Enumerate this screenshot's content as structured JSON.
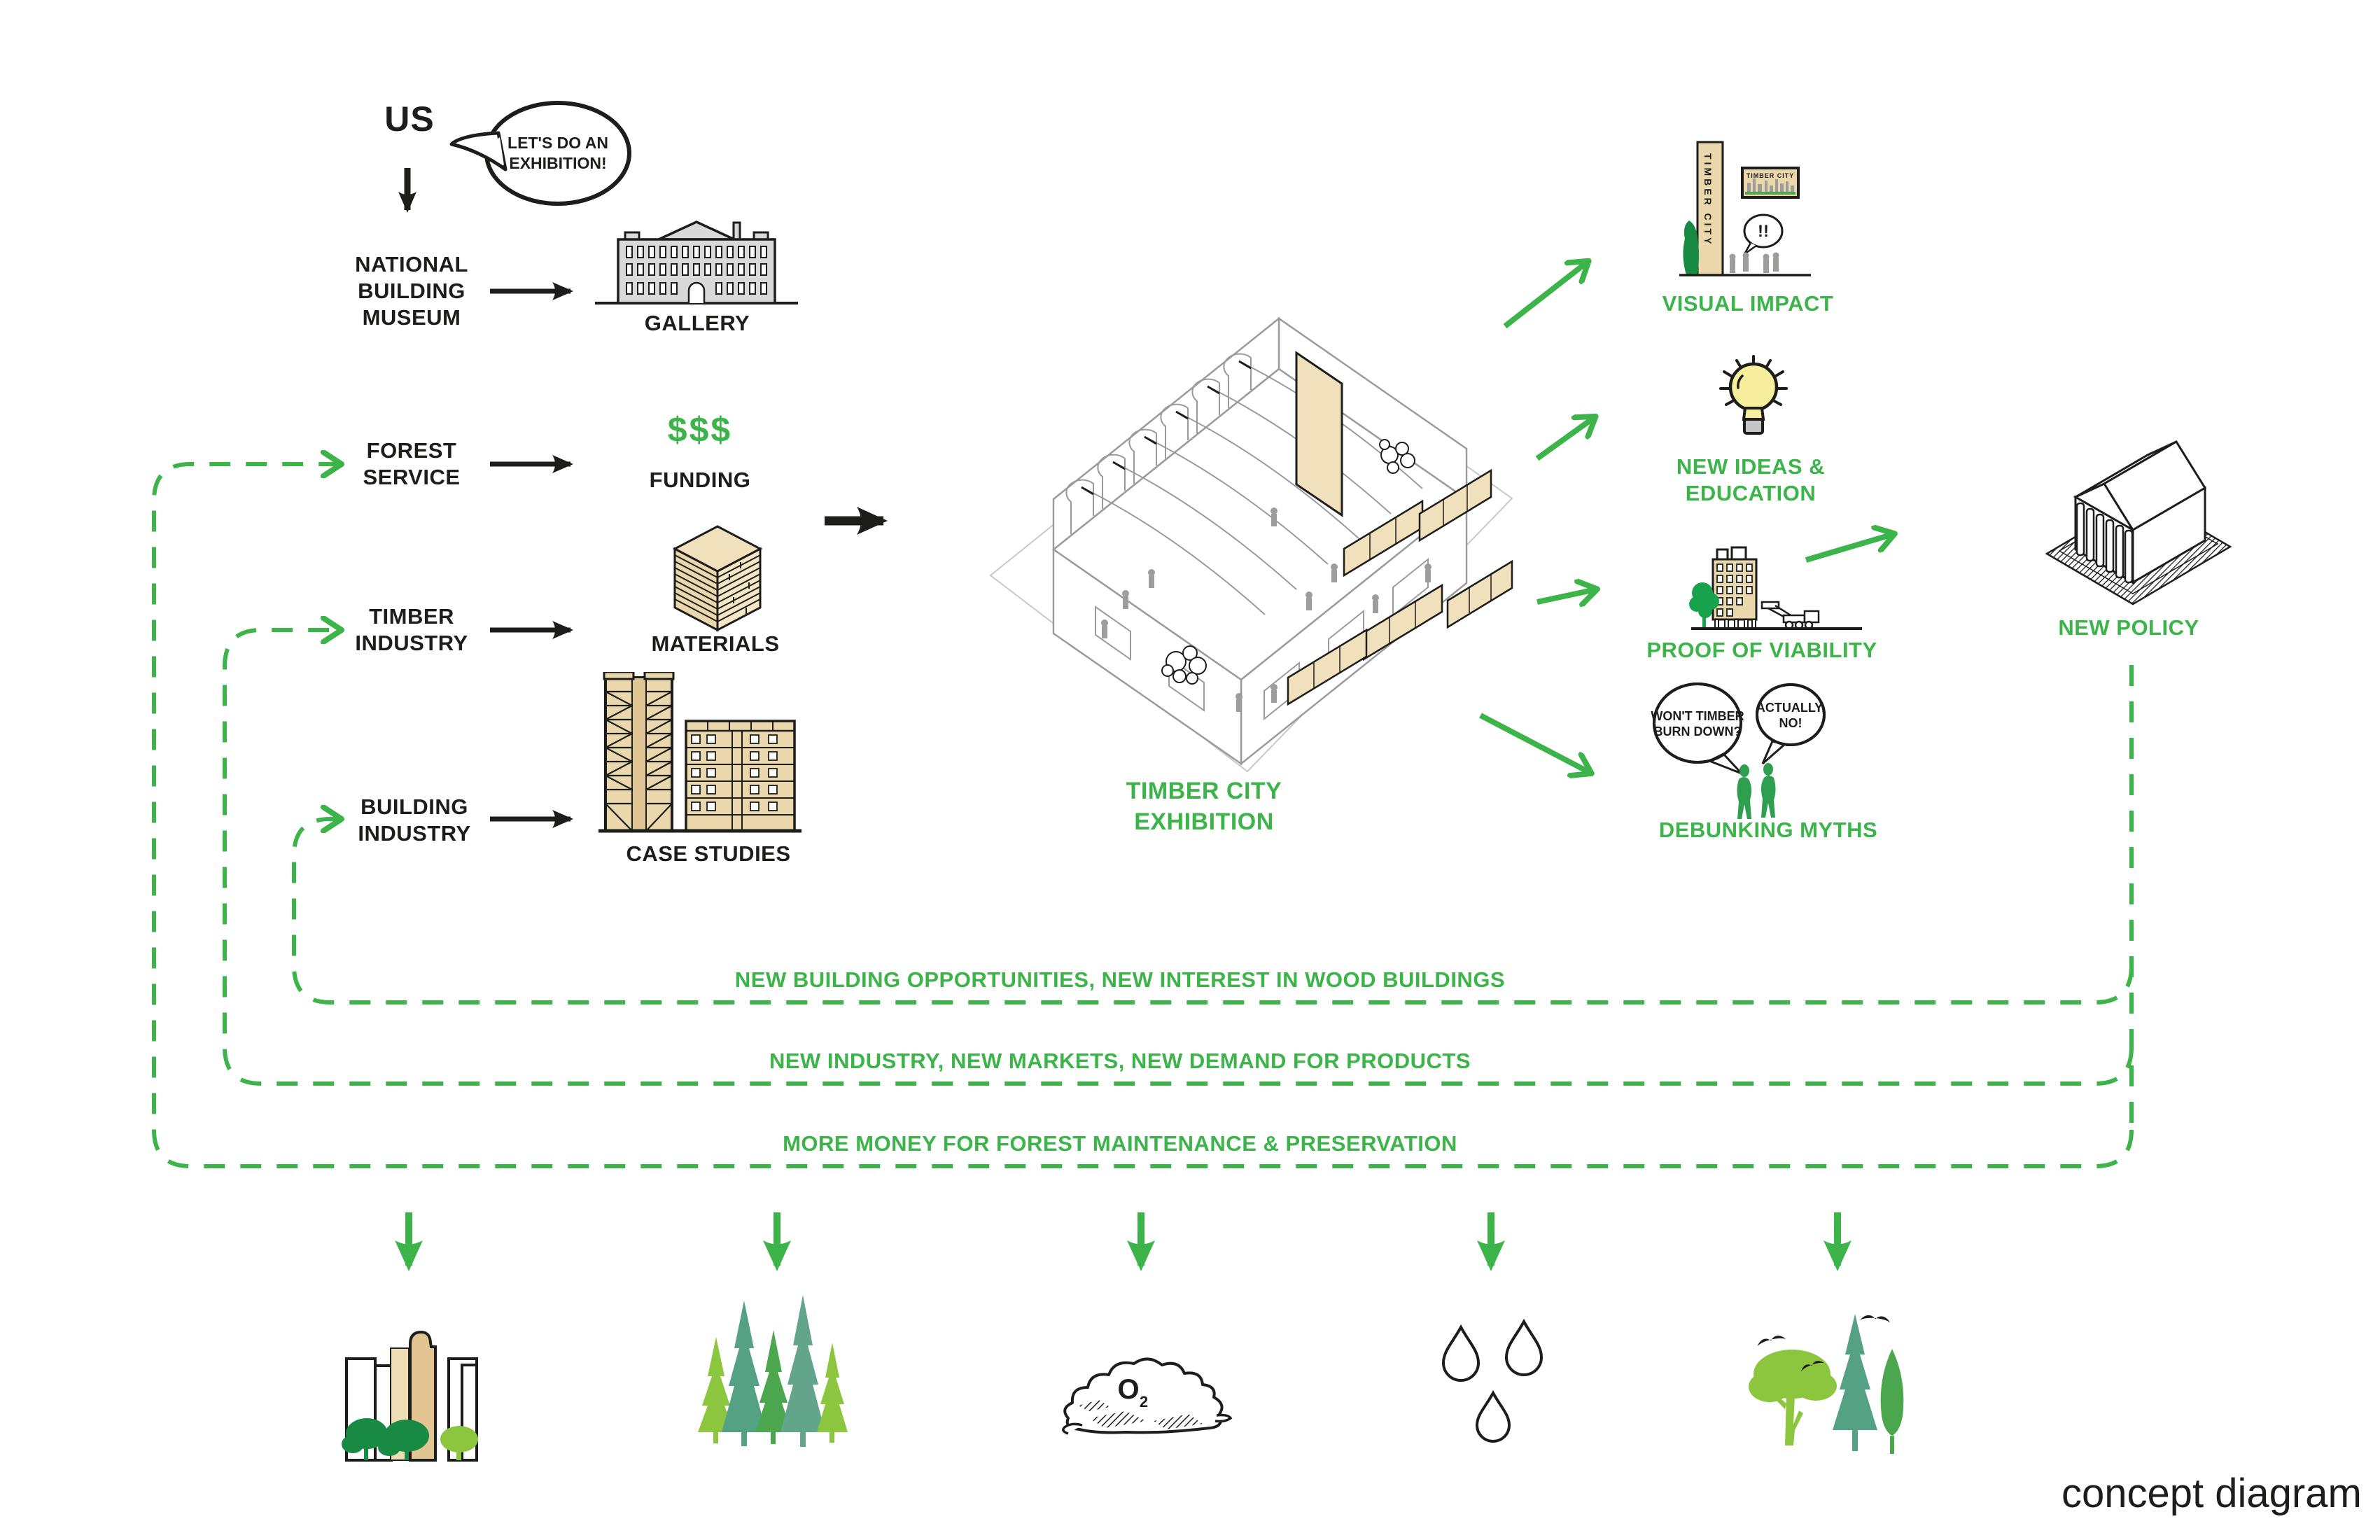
{
  "colors": {
    "green": "#3cb44a",
    "ink": "#1d1d1b",
    "tan": "#eedcb4",
    "tan_dark": "#e3c493",
    "teal": "#55a183",
    "light_green": "#8cc63f",
    "dark_green": "#188a44",
    "building_gray": "#d9d9d9",
    "people_gray": "#9d9d9c",
    "bulb_yellow": "#f8ef9e"
  },
  "us": {
    "label": "US"
  },
  "speech": {
    "exhibition": [
      "LET'S DO AN",
      "EXHIBITION!"
    ],
    "myth_question": [
      "WON'T TIMBER",
      "BURN DOWN?"
    ],
    "myth_answer": [
      "ACTUALLY,",
      "NO!"
    ],
    "exclaim": "!!"
  },
  "stakeholders": {
    "museum": [
      "NATIONAL",
      "BUILDING",
      "MUSEUM"
    ],
    "forest": [
      "FOREST",
      "SERVICE"
    ],
    "timber": [
      "TIMBER",
      "INDUSTRY"
    ],
    "building": [
      "BUILDING",
      "INDUSTRY"
    ]
  },
  "inputs": {
    "gallery": "GALLERY",
    "funding_symbol": "$$$",
    "funding": "FUNDING",
    "materials": "MATERIALS",
    "case_studies": "CASE STUDIES"
  },
  "exhibition": {
    "lines": [
      "TIMBER CITY",
      "EXHIBITION"
    ]
  },
  "outcomes": {
    "visual": "VISUAL IMPACT",
    "ideas": [
      "NEW IDEAS &",
      "EDUCATION"
    ],
    "proof": "PROOF OF VIABILITY",
    "myths": "DEBUNKING MYTHS",
    "policy": "NEW POLICY"
  },
  "feedback": [
    "NEW BUILDING OPPORTUNITIES, NEW INTEREST IN WOOD BUILDINGS",
    "NEW INDUSTRY, NEW MARKETS, NEW DEMAND FOR PRODUCTS",
    "MORE MONEY FOR FOREST MAINTENANCE & PRESERVATION"
  ],
  "signs": {
    "timber_city": "TIMBER CITY"
  },
  "oxygen": {
    "element": "O",
    "subscript": "2"
  },
  "caption": "concept diagram"
}
